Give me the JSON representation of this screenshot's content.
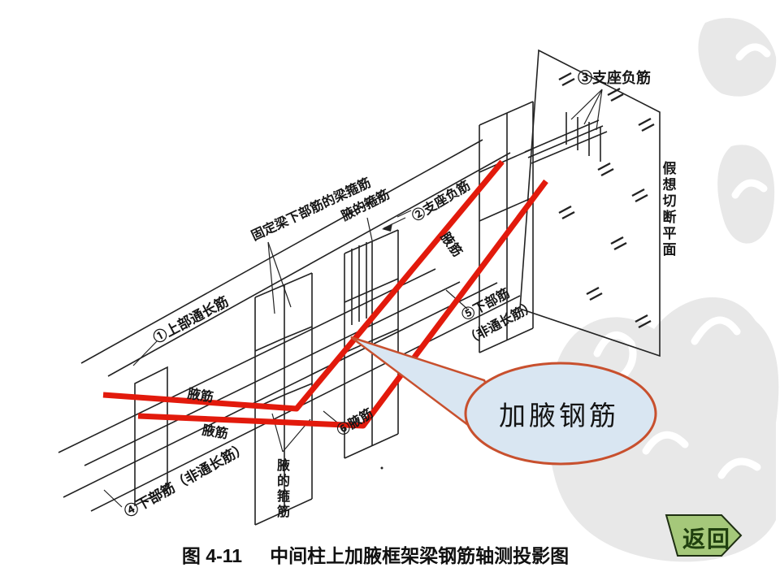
{
  "colors": {
    "line": "#222222",
    "rebar_red": "#e21a0c",
    "callout_fill": "#d9e6f2",
    "callout_stroke": "#c8502e",
    "button_fill": "#a5c87a",
    "button_stroke": "#1e2f12",
    "watermark": "#e8e8e8"
  },
  "labels": {
    "support_neg_3": "③支座负筋",
    "cut_plane": "假想切断平面",
    "fixing_stirrup": "固定梁下部筋的梁箍筋",
    "haunch_stirrup_top": "腋的箍筋",
    "support_neg_2": "②支座负筋",
    "haunch_bar_mid": "腋筋",
    "top_through": "①上部通长筋",
    "bottom_right_line1": "⑤下部筋",
    "bottom_right_line2": "（非通长筋）",
    "haunch_bar_left_1": "腋筋",
    "haunch_bar_left_2": "腋筋",
    "haunch_bar_num": "⑥腋筋",
    "bottom_left": "④下部筋（非通长筋）",
    "haunch_stirrup_bottom": "腋的箍筋"
  },
  "callout": {
    "text": "加腋钢筋"
  },
  "caption": {
    "figure_no": "图 4-11",
    "title": "中间柱上加腋框架梁钢筋轴测投影图"
  },
  "button": {
    "label": "返回"
  }
}
